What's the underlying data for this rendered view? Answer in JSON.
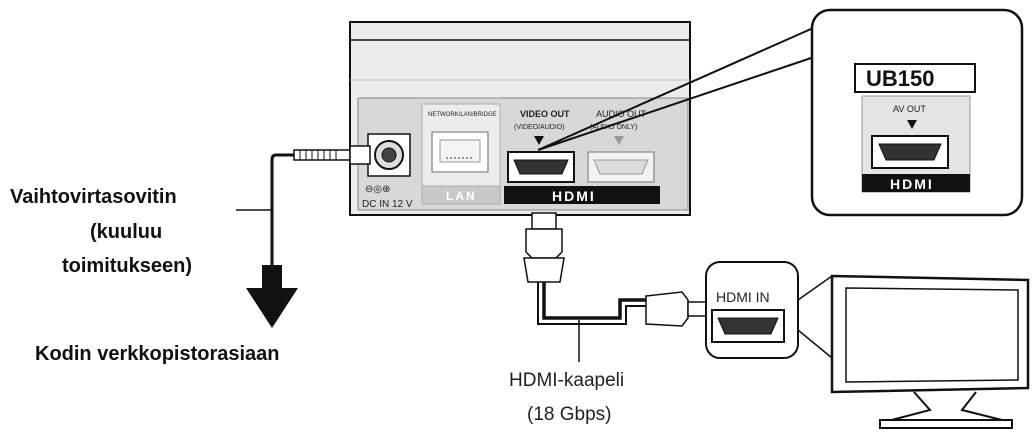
{
  "player_panel": {
    "port_lan": "LAN",
    "port_lan_top": "NETWORK/LAN/BRIDGE",
    "video_out": "VIDEO OUT",
    "video_out_sub": "(VIDEO/AUDIO)",
    "audio_out": "AUDIO OUT",
    "audio_out_sub": "(AUDIO ONLY)",
    "hdmi_logo": "HDMI",
    "dc_in": "DC IN  12 V"
  },
  "inset": {
    "model": "UB150",
    "av_out": "AV OUT",
    "hdmi_logo": "HDMI"
  },
  "tv": {
    "hdmi_in": "HDMI IN"
  },
  "labels": {
    "adapter_line1": "Vaihtovirtasovitin",
    "adapter_line2": "(kuuluu",
    "adapter_line3": "toimitukseen)",
    "outlet": "Kodin verkkopistorasiaan",
    "cable_line1": "HDMI-kaapeli",
    "cable_line2": "(18 Gbps)"
  },
  "colors": {
    "ink": "#111111",
    "panel_bg": "#e8e8e8",
    "panel_dark": "#c4c4c4"
  }
}
